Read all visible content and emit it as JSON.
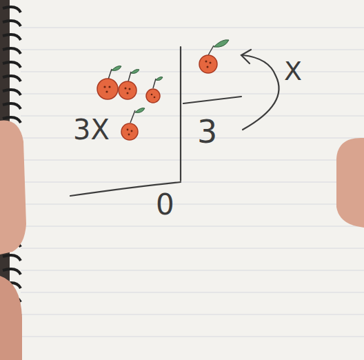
{
  "diagram": {
    "labels": [
      "3X",
      "3",
      "X",
      "0"
    ]
  }
}
